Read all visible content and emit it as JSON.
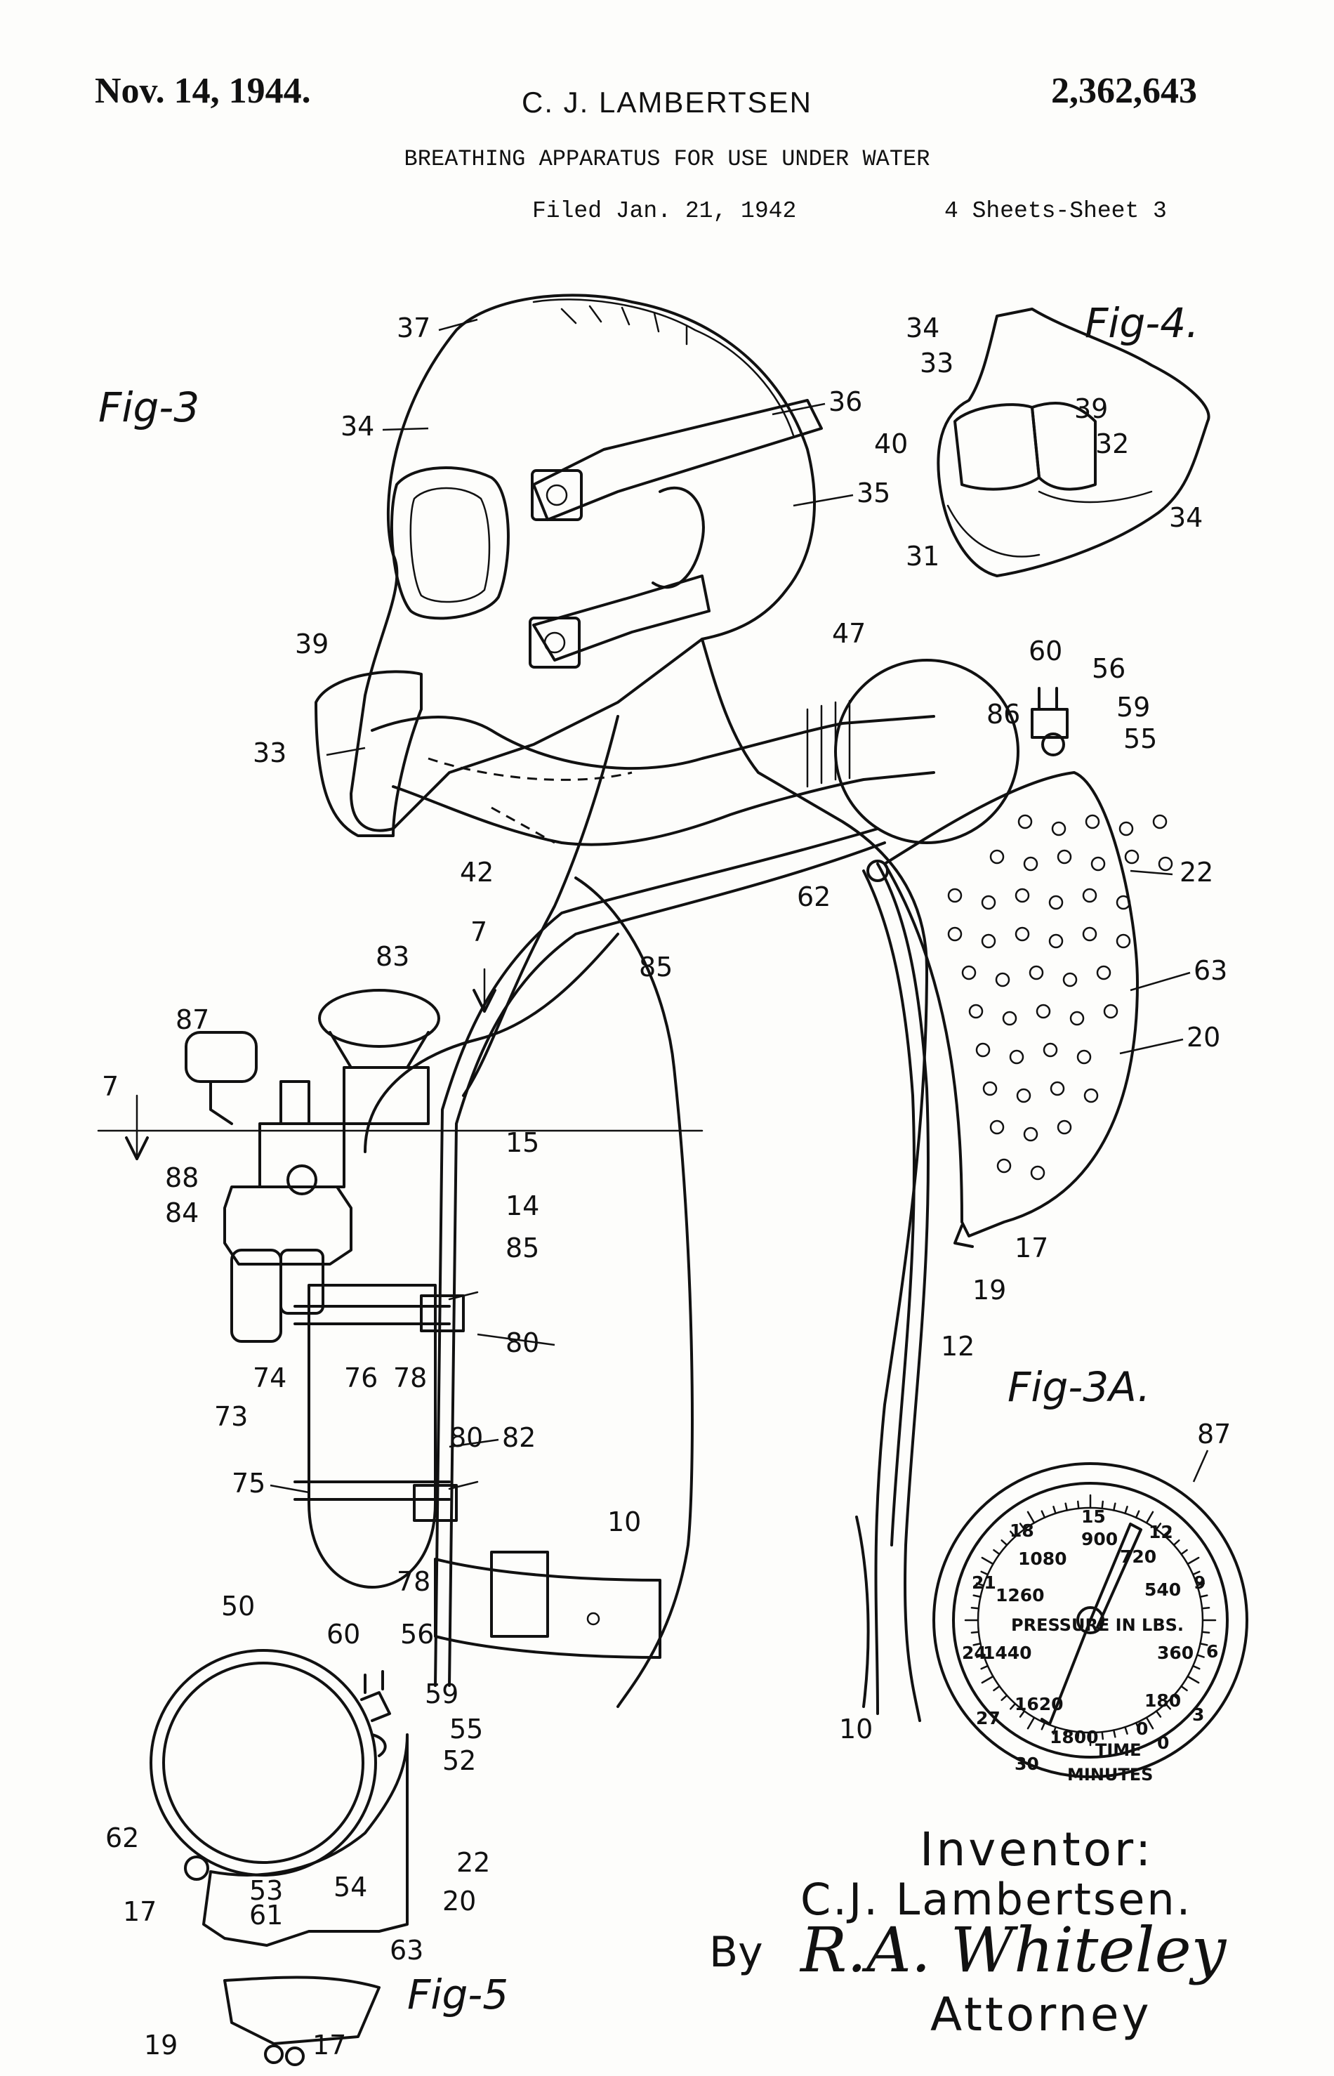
{
  "header": {
    "date": "Nov. 14, 1944.",
    "inventor": "C. J. LAMBERTSEN",
    "patent_number": "2,362,643",
    "title": "BREATHING APPARATUS FOR USE UNDER WATER",
    "filed": "Filed Jan. 21, 1942",
    "sheets": "4 Sheets-Sheet 3"
  },
  "figures": {
    "fig3": "Fig-3",
    "fig4": "Fig-4.",
    "fig3a": "Fig-3A.",
    "fig5": "Fig-5"
  },
  "reference_numerals": {
    "fig3": [
      "37",
      "34",
      "36",
      "35",
      "39",
      "33",
      "42",
      "47",
      "86",
      "60",
      "56",
      "59",
      "55",
      "22",
      "62",
      "63",
      "20",
      "85",
      "83",
      "7",
      "87",
      "7",
      "15",
      "14",
      "88",
      "84",
      "85",
      "17",
      "19",
      "12",
      "80",
      "74",
      "76",
      "78",
      "73",
      "80",
      "82",
      "75",
      "10",
      "78",
      "10"
    ],
    "fig4": [
      "34",
      "33",
      "39",
      "40",
      "32",
      "31",
      "34"
    ],
    "fig5": [
      "50",
      "60",
      "56",
      "59",
      "55",
      "52",
      "62",
      "53",
      "54",
      "22",
      "17",
      "61",
      "20",
      "63",
      "19",
      "17"
    ]
  },
  "gauge": {
    "ref": "87",
    "time_scale": [
      "18",
      "15",
      "12",
      "9",
      "6",
      "3",
      "0",
      "27",
      "24",
      "21",
      "30"
    ],
    "pressure_scale": [
      "900",
      "720",
      "1080",
      "540",
      "1260",
      "360",
      "1440",
      "180",
      "1620",
      "1800",
      "0"
    ],
    "pressure_label": "PRESSURE IN LBS.",
    "time_label": "TIME",
    "minutes_label": "MINUTES"
  },
  "signature": {
    "inventor_label": "Inventor:",
    "inventor_name": "C.J. Lambertsen.",
    "by": "By",
    "attorney_signature": "R.A. Whiteley",
    "attorney_label": "Attorney"
  }
}
